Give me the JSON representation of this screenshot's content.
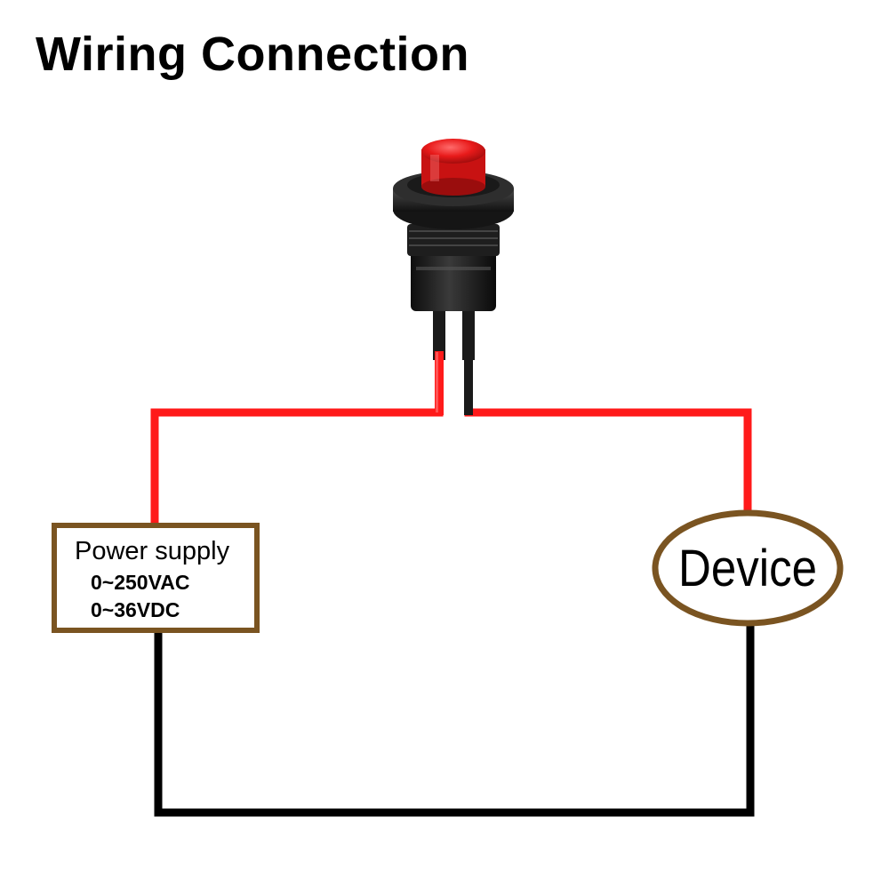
{
  "title": "Wiring Connection",
  "power_supply": {
    "label": "Power supply",
    "ac_range": "0~250VAC",
    "dc_range": "0~36VDC"
  },
  "device": {
    "label": "Device"
  },
  "colors": {
    "live_wire": "#ff1a1a",
    "return_wire": "#000000",
    "box_border": "#7a5421",
    "button_cap": "#e81a1a",
    "switch_body": "#1a1a1a"
  },
  "components": {
    "switch_icon": "push-button-switch-icon"
  }
}
